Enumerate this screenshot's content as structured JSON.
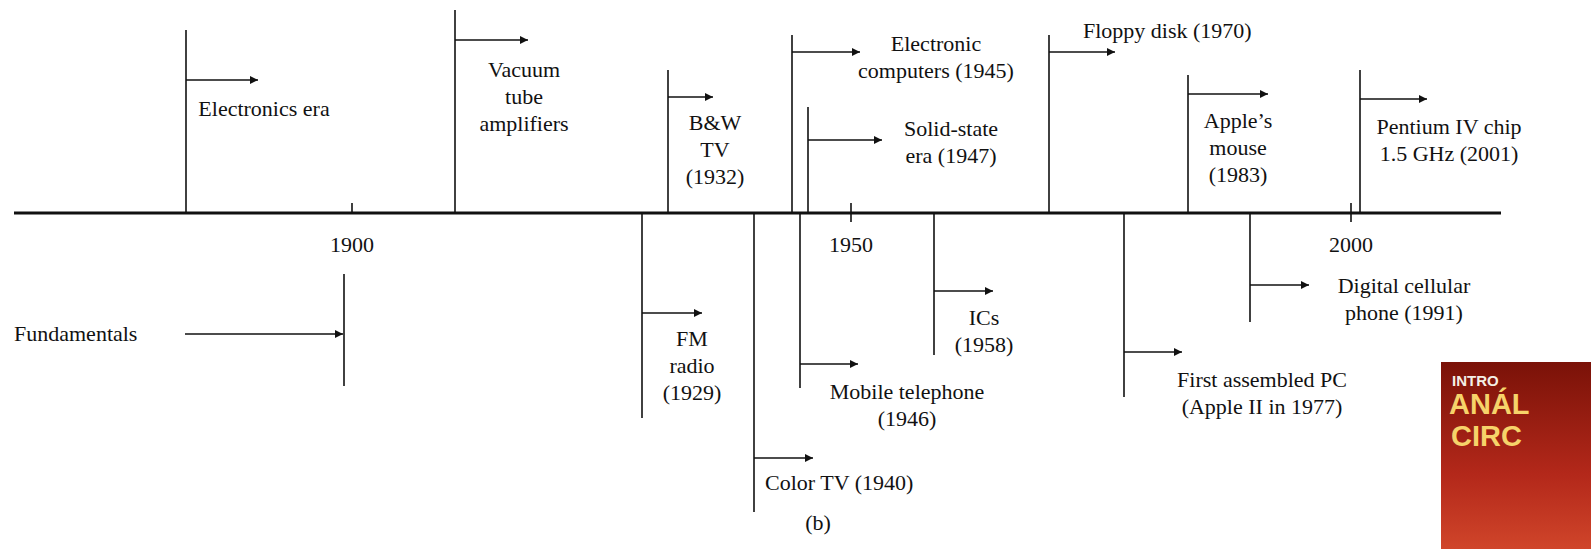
{
  "diagram": {
    "caption": "(b)",
    "labels": [
      "Electronics era",
      "Vacuum tube amplifiers",
      "B&W TV (1932)",
      "Electronic computers (1945)",
      "Solid-state era (1947)",
      "Floppy disk (1970)",
      "Apple’s mouse (1983)",
      "Pentium IV chip 1.5 GHz (2001)",
      "1900",
      "1950",
      "2000",
      "Fundamentals",
      "FM radio (1929)",
      "Color TV (1940)",
      "Mobile telephone (1946)",
      "ICs (1958)",
      "First assembled PC (Apple II in 1977)",
      "Digital cellular phone (1991)",
      "INTRO",
      "ANÁL",
      "CIRC"
    ]
  }
}
